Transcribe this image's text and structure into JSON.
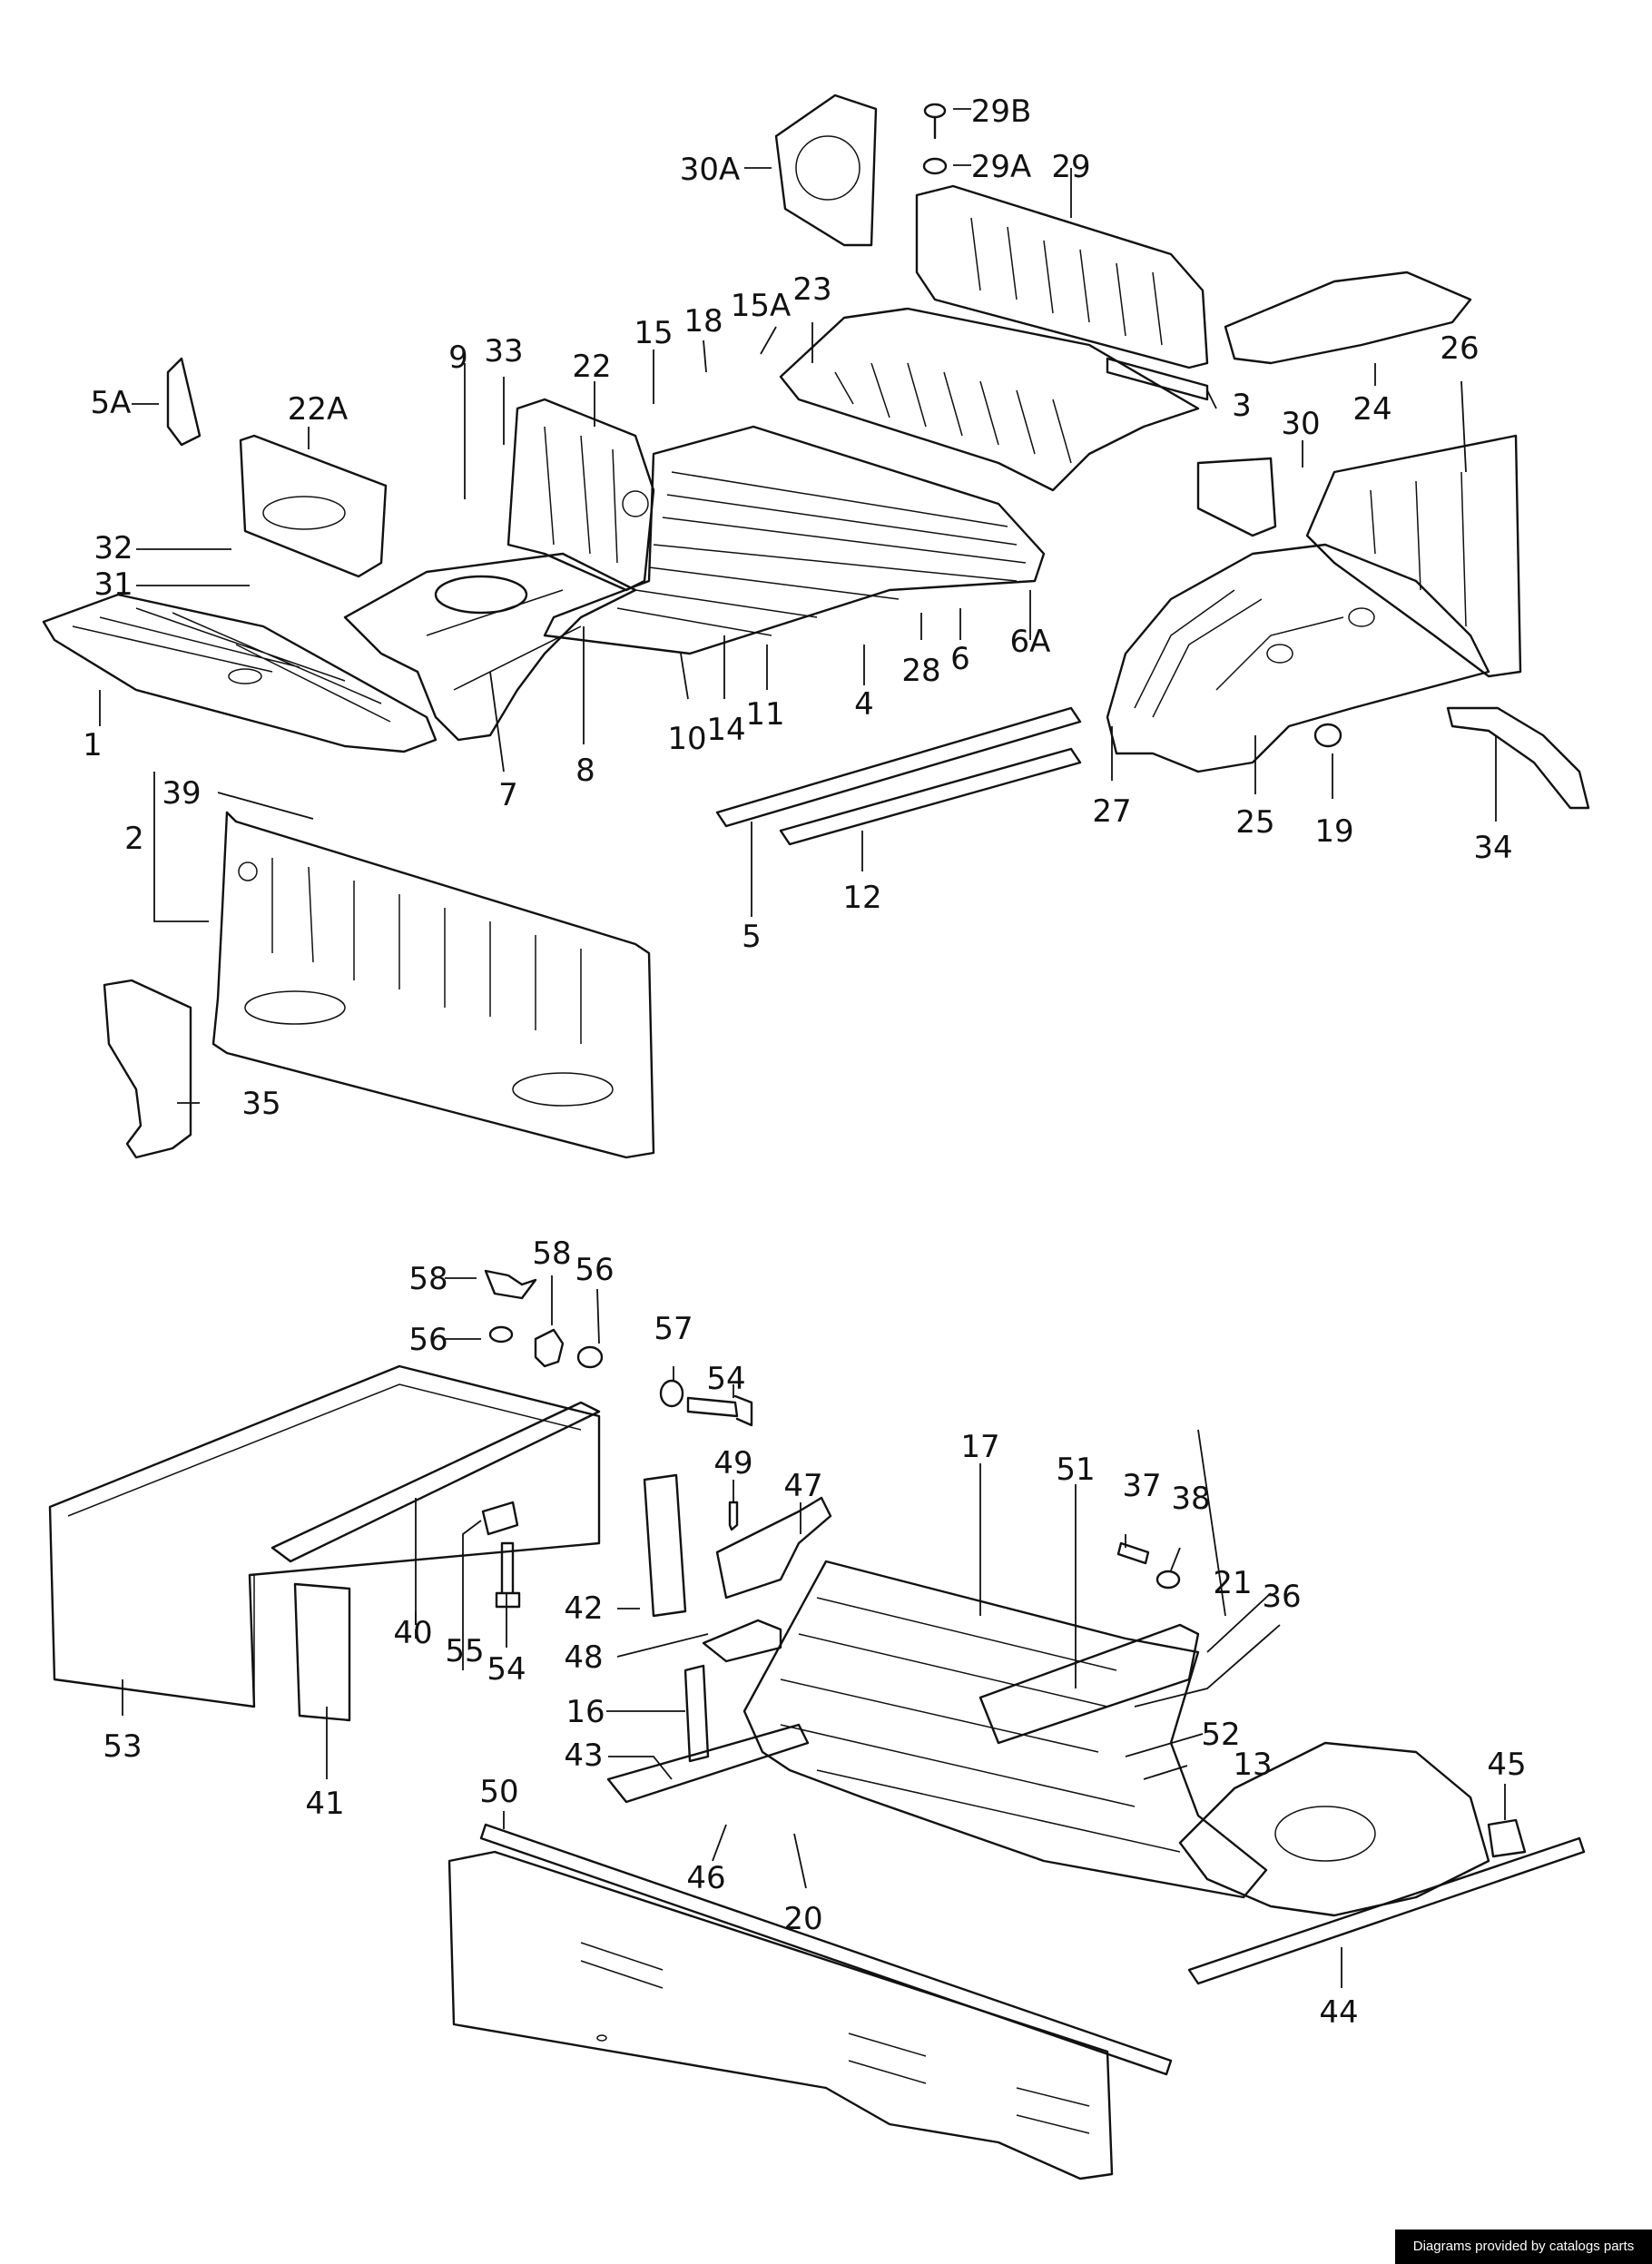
{
  "diagram": {
    "labels": [
      "1",
      "2",
      "3",
      "4",
      "5",
      "5A",
      "6",
      "6A",
      "7",
      "8",
      "9",
      "10",
      "11",
      "12",
      "13",
      "14",
      "15",
      "15A",
      "16",
      "17",
      "18",
      "19",
      "20",
      "21",
      "22",
      "22A",
      "23",
      "24",
      "25",
      "26",
      "27",
      "28",
      "29",
      "29A",
      "29B",
      "30",
      "30A",
      "31",
      "32",
      "33",
      "34",
      "35",
      "36",
      "37",
      "38",
      "39",
      "40",
      "41",
      "42",
      "43",
      "44",
      "45",
      "46",
      "47",
      "48",
      "49",
      "50",
      "51",
      "52",
      "53",
      "54",
      "55",
      "56",
      "57",
      "58"
    ]
  },
  "footer": {
    "credit": "Diagrams provided by catalogs parts"
  }
}
